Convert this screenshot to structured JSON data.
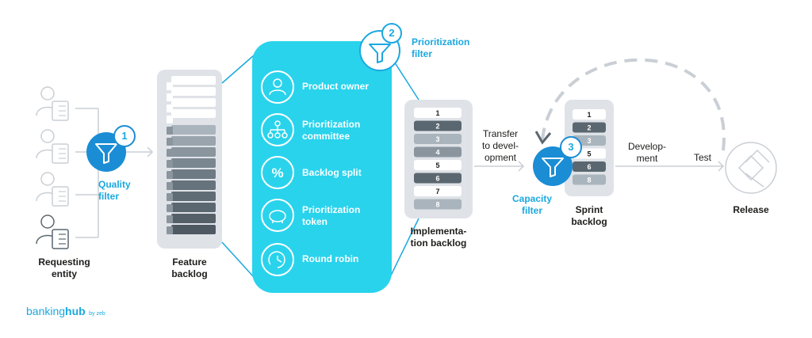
{
  "nodes": {
    "requesting_entity": [
      "Requesting",
      "entity"
    ],
    "quality_filter": [
      "Quality",
      "filter"
    ],
    "quality_filter_number": "1",
    "feature_backlog": [
      "Feature",
      "backlog"
    ],
    "prioritization_filter": [
      "Prioritization",
      "filter"
    ],
    "prioritization_filter_number": "2",
    "implementation_backlog": [
      "Implementa-",
      "tion backlog"
    ],
    "capacity_filter": [
      "Capacity",
      "filter"
    ],
    "capacity_filter_number": "3",
    "sprint_backlog": [
      "Sprint",
      "backlog"
    ],
    "release": "Release"
  },
  "methods": [
    {
      "label": [
        "Product owner"
      ],
      "icon": "person-icon"
    },
    {
      "label": [
        "Prioritization",
        "committee"
      ],
      "icon": "org-chart-icon"
    },
    {
      "label": [
        "Backlog split"
      ],
      "icon": "percent-icon"
    },
    {
      "label": [
        "Prioritization",
        "token"
      ],
      "icon": "piggy-bank-icon"
    },
    {
      "label": [
        "Round robin"
      ],
      "icon": "cycle-clock-icon"
    }
  ],
  "edges": {
    "transfer": [
      "Transfer",
      "to devel-",
      "opment"
    ],
    "development": [
      "Develop-",
      "ment"
    ],
    "test": "Test"
  },
  "implementation_items": [
    "1",
    "2",
    "3",
    "4",
    "5",
    "6",
    "7",
    "8"
  ],
  "sprint_items": [
    "1",
    "2",
    "3",
    "5",
    "6",
    "8"
  ],
  "logo": {
    "main": "banking",
    "bold": "hub",
    "suffix": "by zeb"
  },
  "colors": {
    "accent": "#1ba8df",
    "panel": "#29d3ec",
    "grey_light": "#dfe3e8",
    "grey_dark": "#5b6770",
    "grey_mid": "#8a959e"
  }
}
